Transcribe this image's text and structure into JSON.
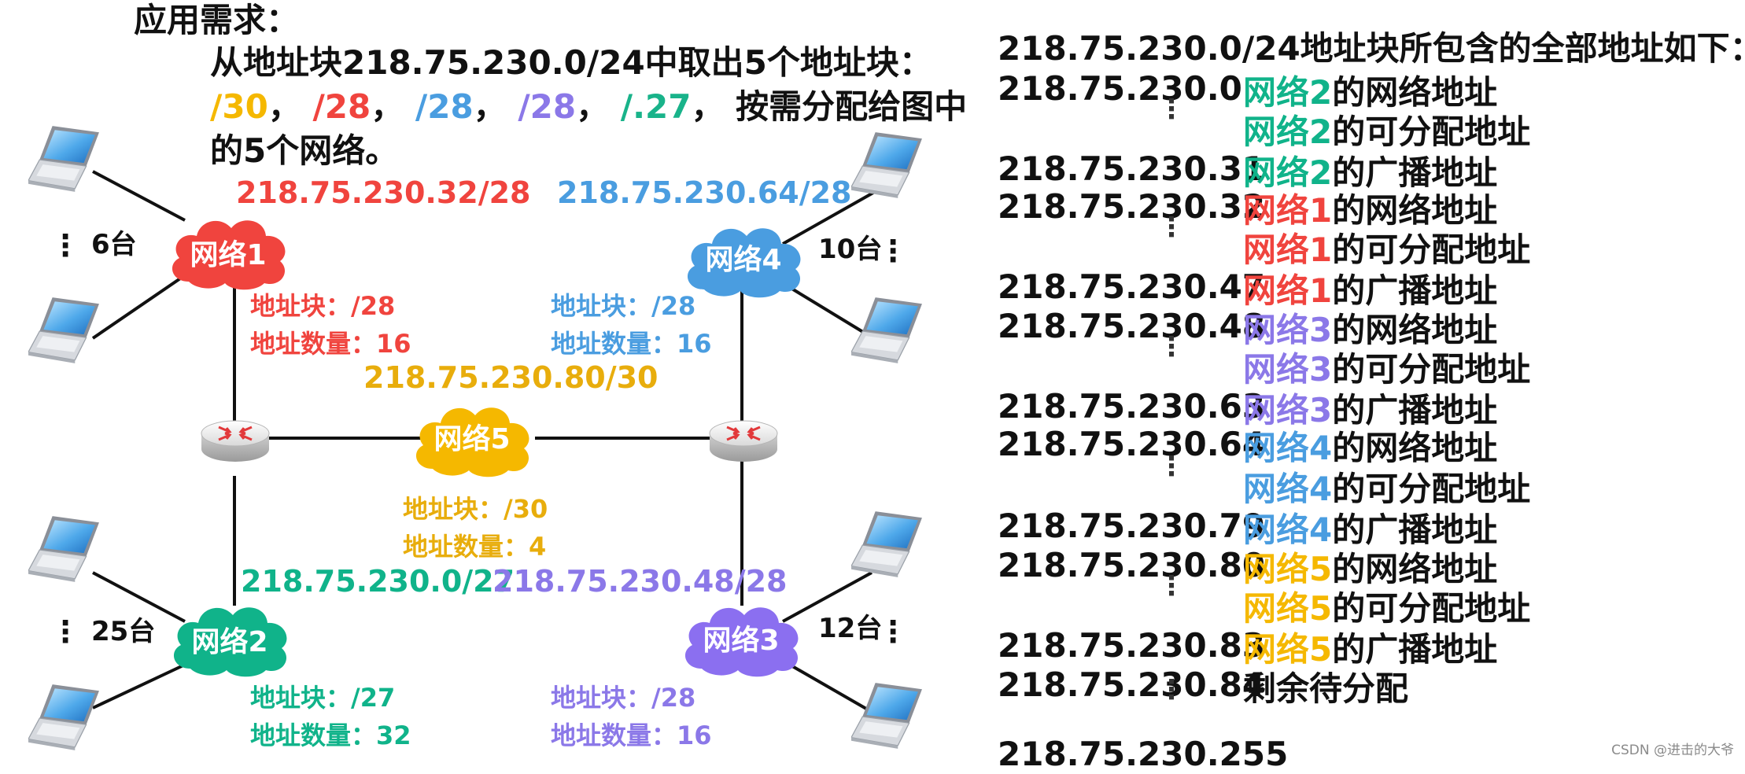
{
  "requirements": {
    "title": "应用需求：",
    "line1": "从地址块218.75.230.0/24中取出5个地址块：",
    "blocks": [
      {
        "text": "/30",
        "color": "#f5b800"
      },
      {
        "text": "/28",
        "color": "#f0443e"
      },
      {
        "text": "/28",
        "color": "#4a9de0"
      },
      {
        "text": "/28",
        "color": "#8b78e8"
      },
      {
        "text": "/.27",
        "color": "#19b38a"
      }
    ],
    "separator": "，",
    "line2_tail": "按需分配给图中",
    "line3": "的5个网络。"
  },
  "networks": {
    "net1": {
      "name": "网络1",
      "color": "#f0443e",
      "label_color": "#f0443e",
      "address": "218.75.230.32/28",
      "block": "地址块：/28",
      "count": "地址数量：16",
      "hosts": "6台"
    },
    "net2": {
      "name": "网络2",
      "color": "#10b38a",
      "label_color": "#10b38a",
      "address": "218.75.230.0/27",
      "block": "地址块：/27",
      "count": "地址数量：32",
      "hosts": "25台"
    },
    "net3": {
      "name": "网络3",
      "color": "#8b6ff0",
      "label_color": "#8b78e8",
      "address": "218.75.230.48/28",
      "block": "地址块：/28",
      "count": "地址数量：16",
      "hosts": "12台"
    },
    "net4": {
      "name": "网络4",
      "color": "#4a9de0",
      "label_color": "#4a9de0",
      "address": "218.75.230.64/28",
      "block": "地址块：/28",
      "count": "地址数量：16",
      "hosts": "10台"
    },
    "net5": {
      "name": "网络5",
      "color": "#f5b800",
      "label_color": "#e8ad0c",
      "address": "218.75.230.80/30",
      "block": "地址块：/30",
      "count": "地址数量：4"
    }
  },
  "ellipsis": "⋮",
  "address_list": {
    "header": "218.75.230.0/24地址块所包含的全部地址如下：",
    "rows": [
      {
        "addr": "218.75.230.0",
        "net": "网络2",
        "suffix": "的网络地址",
        "color": "#10b38a"
      },
      {
        "addr": "",
        "net": "网络2",
        "suffix": "的可分配地址",
        "color": "#10b38a",
        "dots": true
      },
      {
        "addr": "218.75.230.31",
        "net": "网络2",
        "suffix": "的广播地址",
        "color": "#10b38a"
      },
      {
        "addr": "218.75.230.32",
        "net": "网络1",
        "suffix": "的网络地址",
        "color": "#f0443e"
      },
      {
        "addr": "",
        "net": "网络1",
        "suffix": "的可分配地址",
        "color": "#f0443e",
        "dots": true
      },
      {
        "addr": "218.75.230.47",
        "net": "网络1",
        "suffix": "的广播地址",
        "color": "#f0443e"
      },
      {
        "addr": "218.75.230.48",
        "net": "网络3",
        "suffix": "的网络地址",
        "color": "#8b78e8"
      },
      {
        "addr": "",
        "net": "网络3",
        "suffix": "的可分配地址",
        "color": "#8b78e8",
        "dots": true
      },
      {
        "addr": "218.75.230.63",
        "net": "网络3",
        "suffix": "的广播地址",
        "color": "#8b78e8"
      },
      {
        "addr": "218.75.230.64",
        "net": "网络4",
        "suffix": "的网络地址",
        "color": "#4a9de0"
      },
      {
        "addr": "",
        "net": "网络4",
        "suffix": "的可分配地址",
        "color": "#4a9de0",
        "dots": true
      },
      {
        "addr": "218.75.230.79",
        "net": "网络4",
        "suffix": "的广播地址",
        "color": "#4a9de0"
      },
      {
        "addr": "218.75.230.80",
        "net": "网络5",
        "suffix": "的网络地址",
        "color": "#f5b800"
      },
      {
        "addr": "",
        "net": "网络5",
        "suffix": "的可分配地址",
        "color": "#f5b800",
        "dots": true
      },
      {
        "addr": "218.75.230.83",
        "net": "网络5",
        "suffix": "的广播地址",
        "color": "#f5b800"
      },
      {
        "addr": "218.75.230.84",
        "net": "",
        "suffix": "剩余待分配",
        "color": "#111111"
      },
      {
        "addr": "",
        "net": "",
        "suffix": "",
        "color": "#111111",
        "dots": true
      },
      {
        "addr": "218.75.230.255",
        "net": "",
        "suffix": "",
        "color": "#111111"
      }
    ]
  },
  "credit": "CSDN @进击的大爷",
  "icons": {
    "laptop": "laptop-icon",
    "router": "router-icon",
    "cloud": "cloud-icon"
  }
}
